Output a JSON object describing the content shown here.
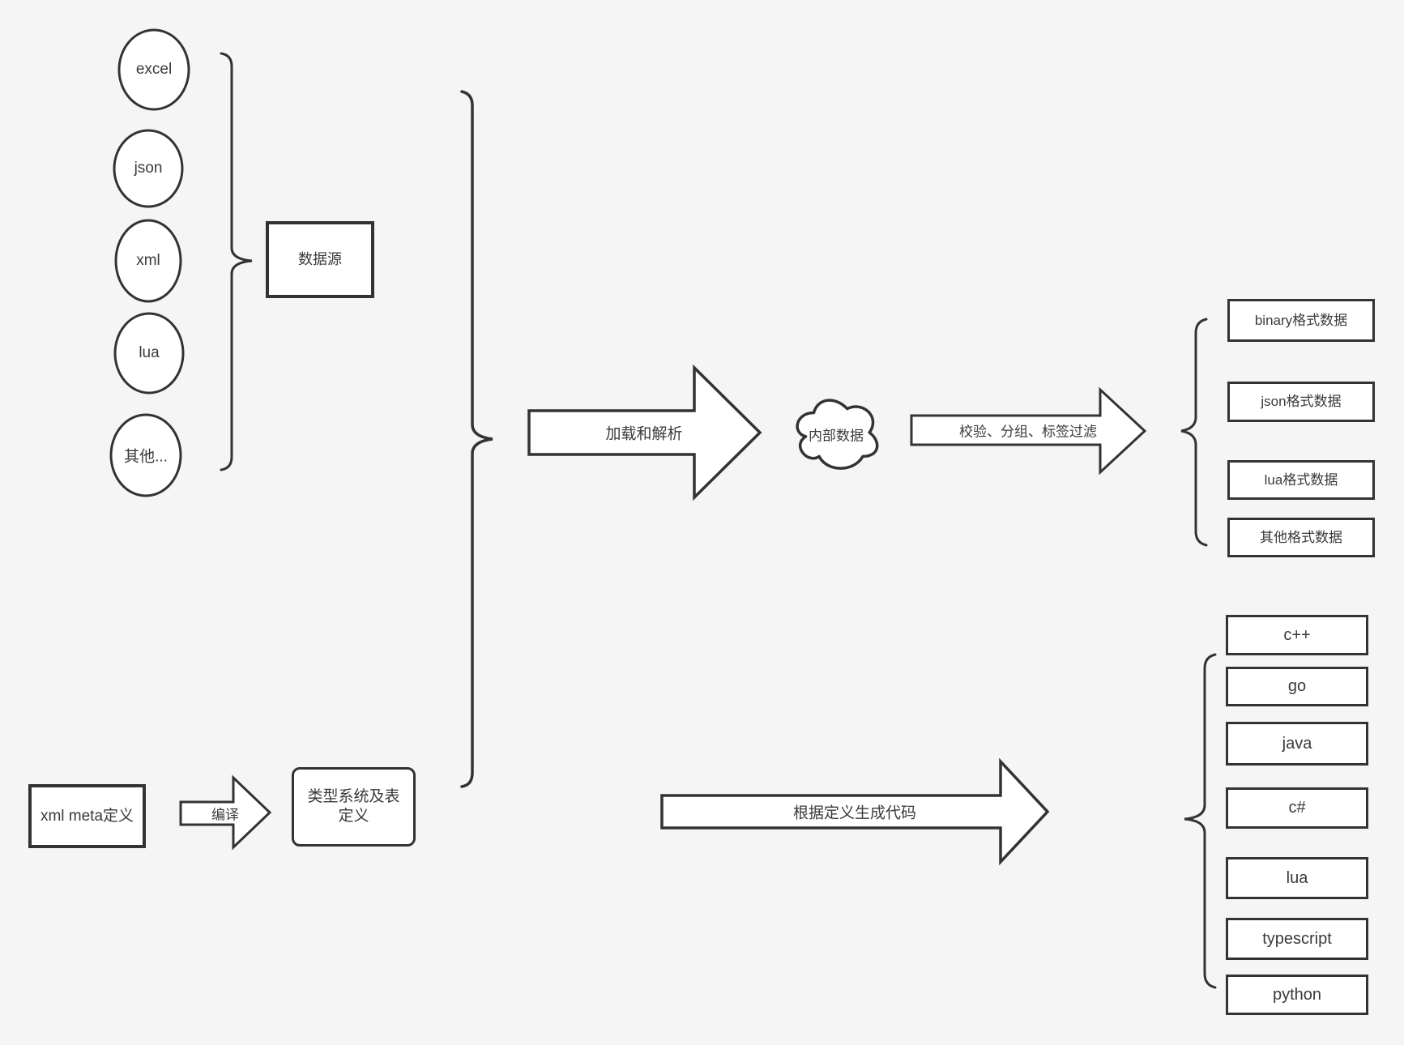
{
  "colors": {
    "background": "#f5f5f5",
    "stroke": "#333333",
    "shape_fill": "#ffffff"
  },
  "sources": {
    "items": [
      "excel",
      "json",
      "xml",
      "lua",
      "其他..."
    ],
    "group_label": "数据源"
  },
  "flow": {
    "load_arrow_label": "加载和解析",
    "internal_data_label": "内部数据",
    "filter_arrow_label": "校验、分组、标签过滤"
  },
  "formats": [
    "binary格式数据",
    "json格式数据",
    "lua格式数据",
    "其他格式数据"
  ],
  "meta": {
    "xml_meta_label": "xml meta定义",
    "compile_arrow_label": "编译",
    "type_system_label": "类型系统及表定义",
    "codegen_arrow_label": "根据定义生成代码"
  },
  "languages": [
    "c++",
    "go",
    "java",
    "c#",
    "lua",
    "typescript",
    "python"
  ]
}
